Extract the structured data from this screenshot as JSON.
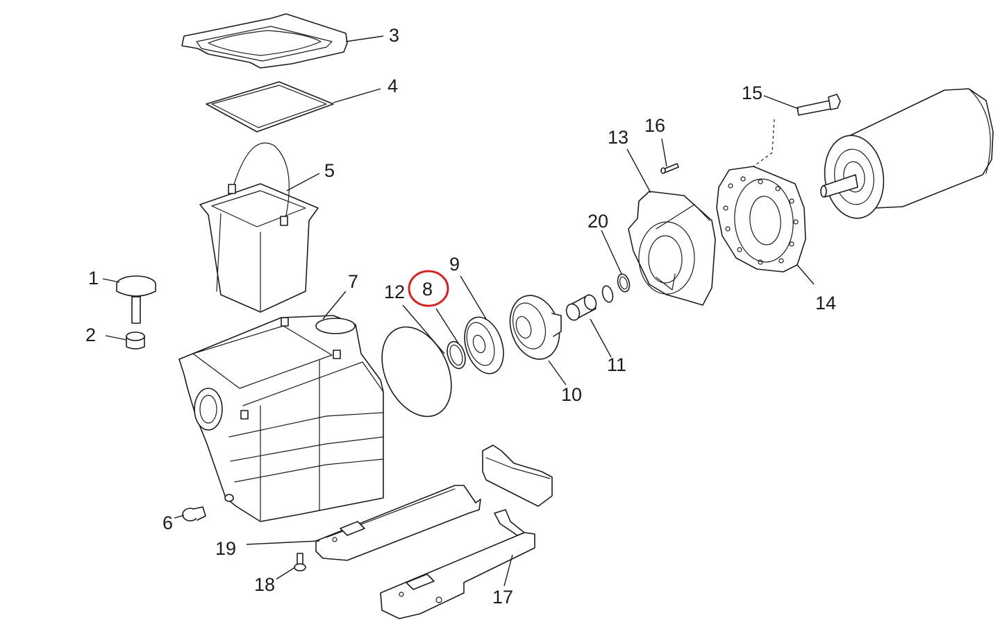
{
  "callouts": {
    "c1": "1",
    "c2": "2",
    "c3": "3",
    "c4": "4",
    "c5": "5",
    "c6": "6",
    "c7": "7",
    "c8": "8",
    "c9": "9",
    "c10": "10",
    "c11": "11",
    "c12": "12",
    "c13": "13",
    "c14": "14",
    "c15": "15",
    "c16": "16",
    "c17": "17",
    "c18": "18",
    "c19": "19",
    "c20": "20"
  },
  "highlight": {
    "callout": "8",
    "color": "#d9201f"
  }
}
